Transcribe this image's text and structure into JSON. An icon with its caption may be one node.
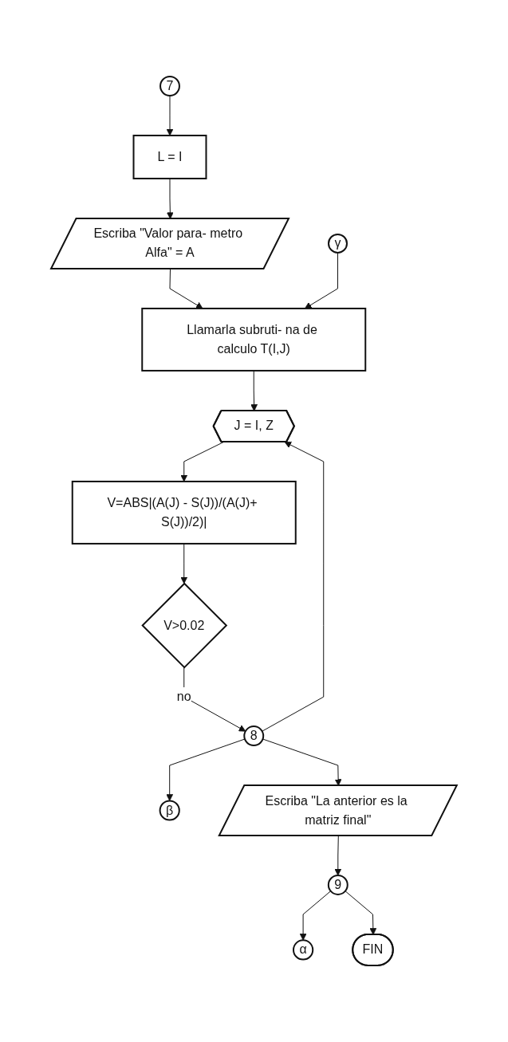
{
  "diagram": {
    "nodes": [
      {
        "text": [
          "7"
        ]
      },
      {
        "text": [
          "L = I"
        ]
      },
      {
        "text": [
          "Escriba \"Valor para- metro Alfa\" = A"
        ]
      },
      {
        "text": [
          "γ"
        ]
      },
      {
        "text": [
          "Llamarla subruti- na de calculo T(I,J)"
        ]
      },
      {
        "text": [
          "J = I, Z"
        ]
      },
      {
        "text": [
          "V=ABS|(A(J) - S(J))/(A(J)+ S(J))/2)|"
        ]
      },
      {
        "text": [
          "V>0.02"
        ]
      },
      {
        "text": [
          "8"
        ]
      },
      {
        "text": [
          "β"
        ]
      },
      {
        "text": [
          "Escriba \"La anterior es la matriz final\""
        ]
      },
      {
        "text": [
          "9"
        ]
      },
      {
        "text": [
          "α"
        ]
      },
      {
        "text": [
          "FIN"
        ]
      }
    ],
    "edges": [
      {
        "from": 0,
        "to": 1,
        "arrow": "to"
      },
      {
        "from": 1,
        "to": 2,
        "arrow": "to"
      },
      {
        "from": 2,
        "to": 4,
        "arrow": "to"
      },
      {
        "from": 3,
        "to": 4,
        "arrow": "to"
      },
      {
        "from": 4,
        "to": 5,
        "arrow": "to"
      },
      {
        "from": 5,
        "to": 6,
        "arrow": "to"
      },
      {
        "from": 6,
        "to": 7,
        "arrow": "to"
      },
      {
        "from": 7,
        "to": 8,
        "arrow": "to",
        "label": "no"
      },
      {
        "from": 8,
        "to": 5,
        "arrow": "to"
      },
      {
        "from": 8,
        "to": 9,
        "arrow": "to"
      },
      {
        "from": 8,
        "to": 10,
        "arrow": "to"
      },
      {
        "from": 10,
        "to": 11,
        "arrow": "to"
      },
      {
        "from": 11,
        "to": 12,
        "arrow": "to"
      },
      {
        "from": 11,
        "to": 13,
        "arrow": "to"
      }
    ]
  }
}
